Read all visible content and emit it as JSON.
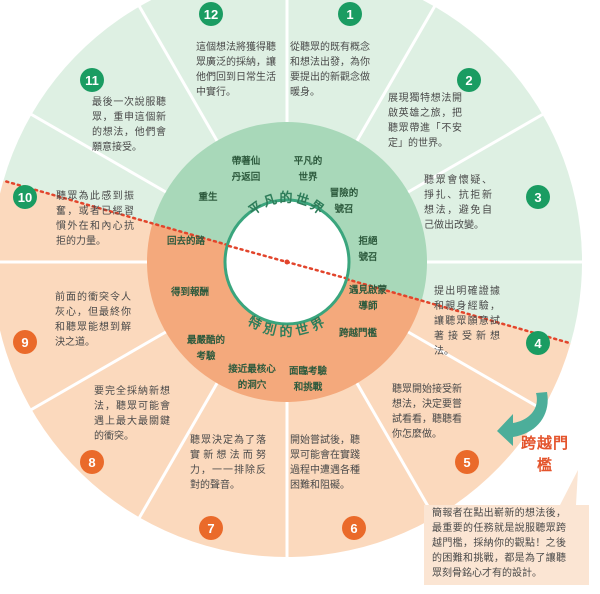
{
  "colors": {
    "outer_green": "#def0e3",
    "outer_orange": "#fbd9bd",
    "middle_green": "#a8d8b9",
    "middle_orange": "#f4a97c",
    "center": "#ffffff",
    "ring": "#3aa57d",
    "green_badge": "#1a9c62",
    "orange_badge": "#ea6a2a",
    "dotted_line": "#e2452c",
    "arrow": "#4cae9a",
    "callout": "#e4542c",
    "note_bg": "#fbe5d3",
    "text": "#4a4a4a",
    "middle_text": "#2d5a3d"
  },
  "center": {
    "top": "平凡的世界",
    "bottom": "特別的世界"
  },
  "middle_labels": [
    "帶著仙丹返回",
    "平凡的世界",
    "冒險的號召",
    "拒絕號召",
    "遇見啟蒙導師",
    "跨越門檻",
    "面臨考驗和挑戰",
    "接近最核心的洞穴",
    "最嚴酷的考驗",
    "得到報酬",
    "回去的路",
    "重生"
  ],
  "steps": [
    {
      "num": "1",
      "text": "從聽眾的既有概念和想法出發，為你要提出的新觀念做暖身。"
    },
    {
      "num": "2",
      "text": "展現獨特想法開啟英雄之旅，把聽眾帶進「不安定」的世界。"
    },
    {
      "num": "3",
      "text": "聽眾會懷疑、掙扎、抗拒新想法，避免自己做出改變。"
    },
    {
      "num": "4",
      "text": "提出明確證據和親身經驗，讓聽眾願意試著接受新想法。"
    },
    {
      "num": "5",
      "text": "聽眾開始接受新想法，決定要嘗試看看，聽聽看你怎麼做。"
    },
    {
      "num": "6",
      "text": "開始嘗試後，聽眾可能會在實踐過程中遭遇各種困難和阻礙。"
    },
    {
      "num": "7",
      "text": "聽眾決定為了落實新想法而努力，一一排除反對的聲音。"
    },
    {
      "num": "8",
      "text": "要完全採納新想法，聽眾可能會遇上最大最關鍵的衝突。"
    },
    {
      "num": "9",
      "text": "前面的衝突令人灰心，但最終你和聽眾能想到解決之道。"
    },
    {
      "num": "10",
      "text": "聽眾為此感到振奮，或者已經習慣外在和內心抗拒的力量。"
    },
    {
      "num": "11",
      "text": "最後一次說服聽眾，重申這個新的想法，他們會願意接受。"
    },
    {
      "num": "12",
      "text": "這個想法將獲得聽眾廣泛的採納，讓他們回到日常生活中實行。"
    }
  ],
  "callout": "跨越門檻",
  "note": "簡報者在點出嶄新的想法後，最重要的任務就是說服聽眾跨越門檻，採納你的觀點！之後的困難和挑戰，都是為了讓聽眾刻骨銘心才有的設計。"
}
